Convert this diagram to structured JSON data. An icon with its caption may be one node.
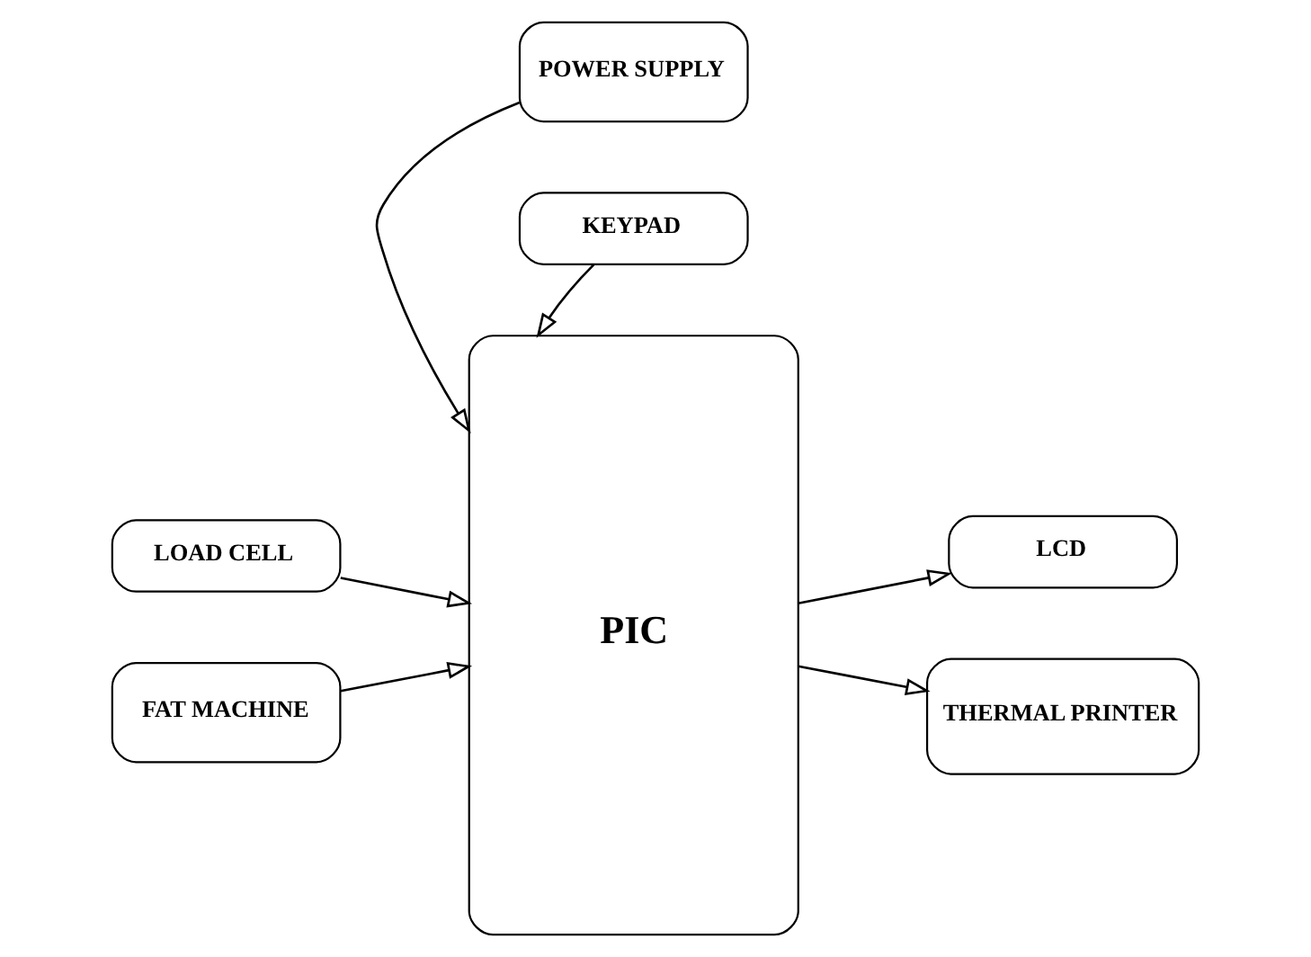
{
  "diagram": {
    "nodes": [
      {
        "text": [
          "POWER SUPPLY"
        ]
      },
      {
        "text": [
          "LOAD CELL"
        ]
      },
      {
        "text": [
          "FAT MACHINE"
        ]
      },
      {
        "text": [
          "PIC"
        ]
      },
      {
        "text": [
          "LCD"
        ]
      },
      {
        "text": [
          "THERMAL PRINTER"
        ]
      },
      {
        "text": [
          "KEYPAD"
        ]
      }
    ],
    "edges": [
      {
        "from": 0,
        "to": 3,
        "arrow": "to"
      },
      {
        "from": 1,
        "to": 3,
        "arrow": "to"
      },
      {
        "from": 2,
        "to": 3,
        "arrow": "to"
      },
      {
        "from": 3,
        "to": 4,
        "arrow": "to"
      },
      {
        "from": 3,
        "to": 5,
        "arrow": "to"
      },
      {
        "from": 6,
        "to": 3,
        "arrow": "to"
      }
    ]
  }
}
